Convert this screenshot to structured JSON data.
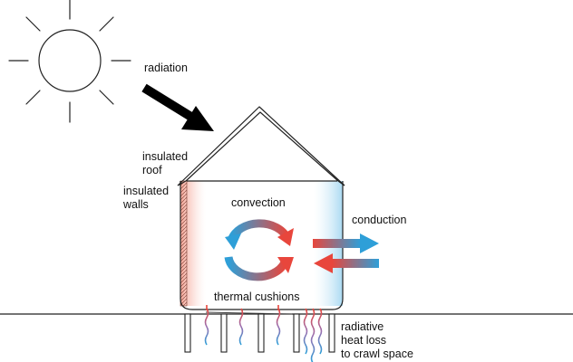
{
  "labels": {
    "radiation": "radiation",
    "insulated_roof": [
      "insulated",
      "roof"
    ],
    "insulated_walls": [
      "insulated",
      "walls"
    ],
    "convection": "convection",
    "conduction": "conduction",
    "thermal_cushions": "thermal cushions",
    "radiative_heat_loss": [
      "radiative",
      "heat loss",
      "to crawl space"
    ]
  },
  "colors": {
    "hot": "#e8463c",
    "cold": "#2e9fd8",
    "warm_fill": "#f7b2a6",
    "cool_fill": "#bfe3f5",
    "line": "#222222"
  },
  "icons": [
    "sun-icon",
    "radiation-arrow-icon",
    "convection-cycle-icon",
    "conduction-arrows-icon",
    "heat-wave-icon"
  ]
}
